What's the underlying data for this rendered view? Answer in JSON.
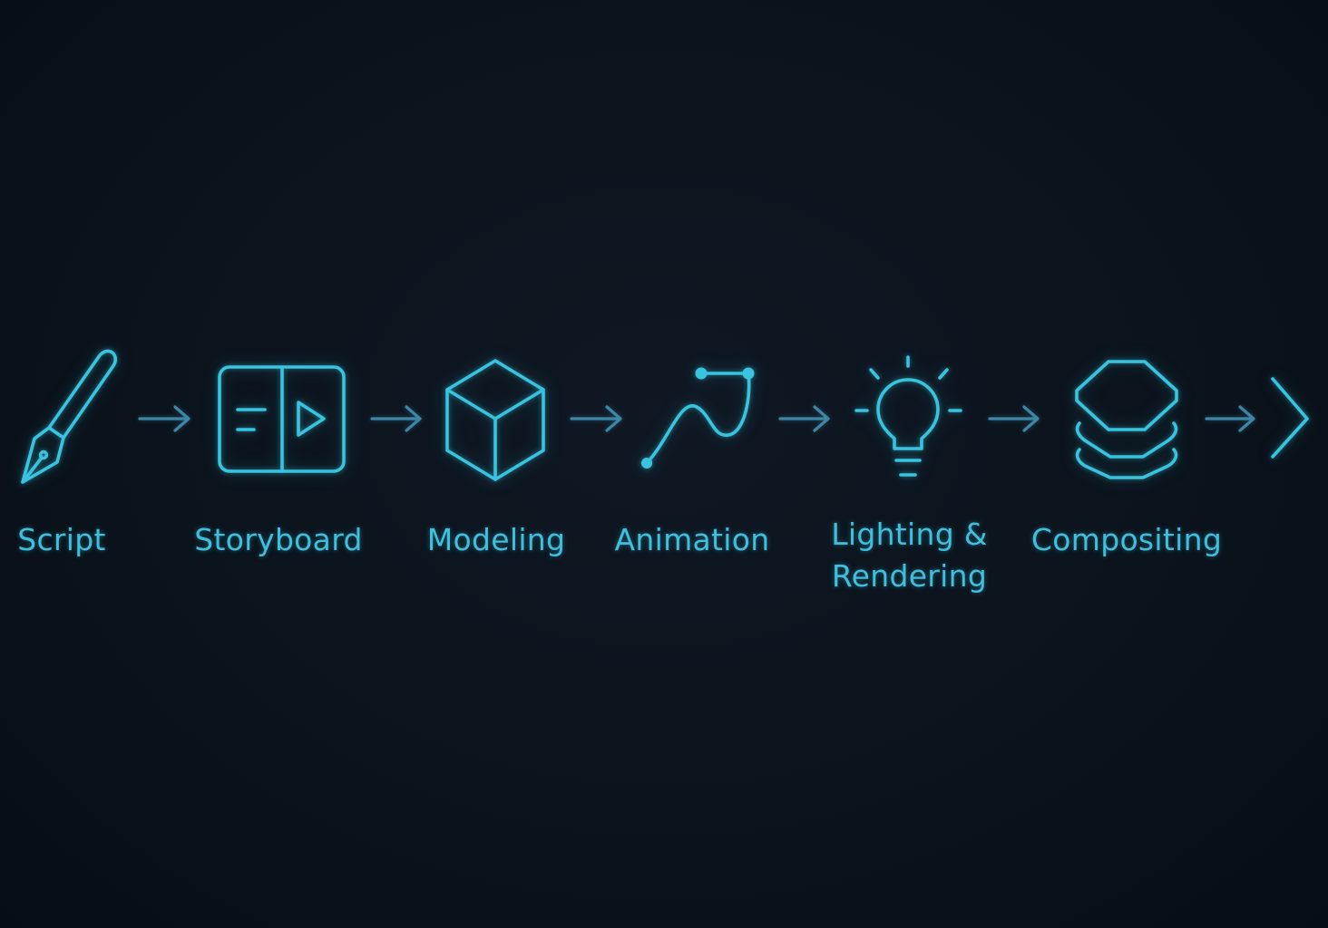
{
  "colors": {
    "background": "#0b131c",
    "accent": "#38c3df",
    "arrow": "#3e86a6"
  },
  "pipeline": {
    "steps": [
      {
        "label": "Script",
        "icon": "pen-nib-icon"
      },
      {
        "label": "Storyboard",
        "icon": "storyboard-icon"
      },
      {
        "label": "Modeling",
        "icon": "cube-icon"
      },
      {
        "label": "Animation",
        "icon": "curve-path-icon"
      },
      {
        "label": "Lighting &\nRendering",
        "icon": "light-bulb-icon"
      },
      {
        "label": "Compositing",
        "icon": "layers-icon"
      }
    ],
    "end_icon": "chevron-right-icon"
  }
}
